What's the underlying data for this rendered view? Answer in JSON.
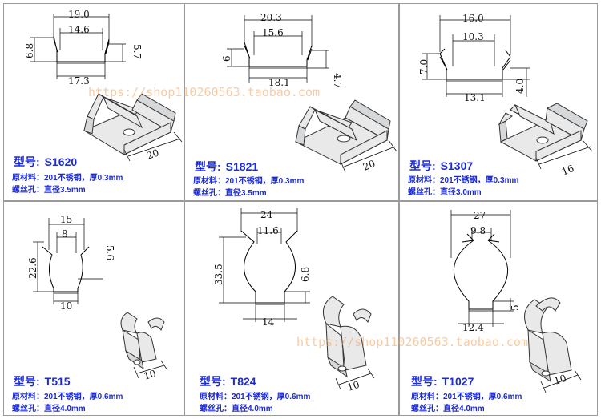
{
  "watermark": "https://shop110260563.taobao.com",
  "panels": [
    {
      "model_label": "型号:",
      "model_code": "S1620",
      "spec_material": "原材料：201不锈钢，厚0.3mm",
      "spec_screw": "螺丝孔：直径3.5mm",
      "dims": {
        "top": "19.0",
        "inner": "14.6",
        "left": "6.8",
        "right": "5.7",
        "bottom": "17.3",
        "length": "20"
      }
    },
    {
      "model_label": "型号:",
      "model_code": "S1821",
      "spec_material": "原材料：201不锈钢，厚0.3mm",
      "spec_screw": "螺丝孔：直径3.5mm",
      "dims": {
        "top": "20.3",
        "inner": "15.6",
        "left": "6",
        "right": "4.7",
        "bottom": "18.1",
        "length": "20"
      }
    },
    {
      "model_label": "型号:",
      "model_code": "S1307",
      "spec_material": "原材料：201不锈钢，厚0.3mm",
      "spec_screw": "螺丝孔：直径3.0mm",
      "dims": {
        "top": "16.0",
        "inner": "10.3",
        "left": "7.0",
        "right": "4.0",
        "bottom": "13.1",
        "length": "16"
      }
    },
    {
      "model_label": "型号:",
      "model_code": "T515",
      "spec_material": "原材料：201不锈钢，厚0.6mm",
      "spec_screw": "螺丝孔：直径4.0mm",
      "dims": {
        "top": "15",
        "inner": "8",
        "left": "22.6",
        "right": "5.6",
        "bottom": "10",
        "length": "10"
      }
    },
    {
      "model_label": "型号:",
      "model_code": "T824",
      "spec_material": "原材料：201不锈钢，厚0.6mm",
      "spec_screw": "螺丝孔：直径4.0mm",
      "dims": {
        "top": "24",
        "inner": "11.6",
        "left": "33.5",
        "right": "6.8",
        "bottom": "14",
        "length": "10"
      }
    },
    {
      "model_label": "型号:",
      "model_code": "T1027",
      "spec_material": "原材料：201不锈钢，厚0.6mm",
      "spec_screw": "螺丝孔：直径4.0mm",
      "dims": {
        "top": "27",
        "inner": "9.8",
        "right": "5",
        "bottom": "12.4",
        "length": "10"
      }
    }
  ]
}
